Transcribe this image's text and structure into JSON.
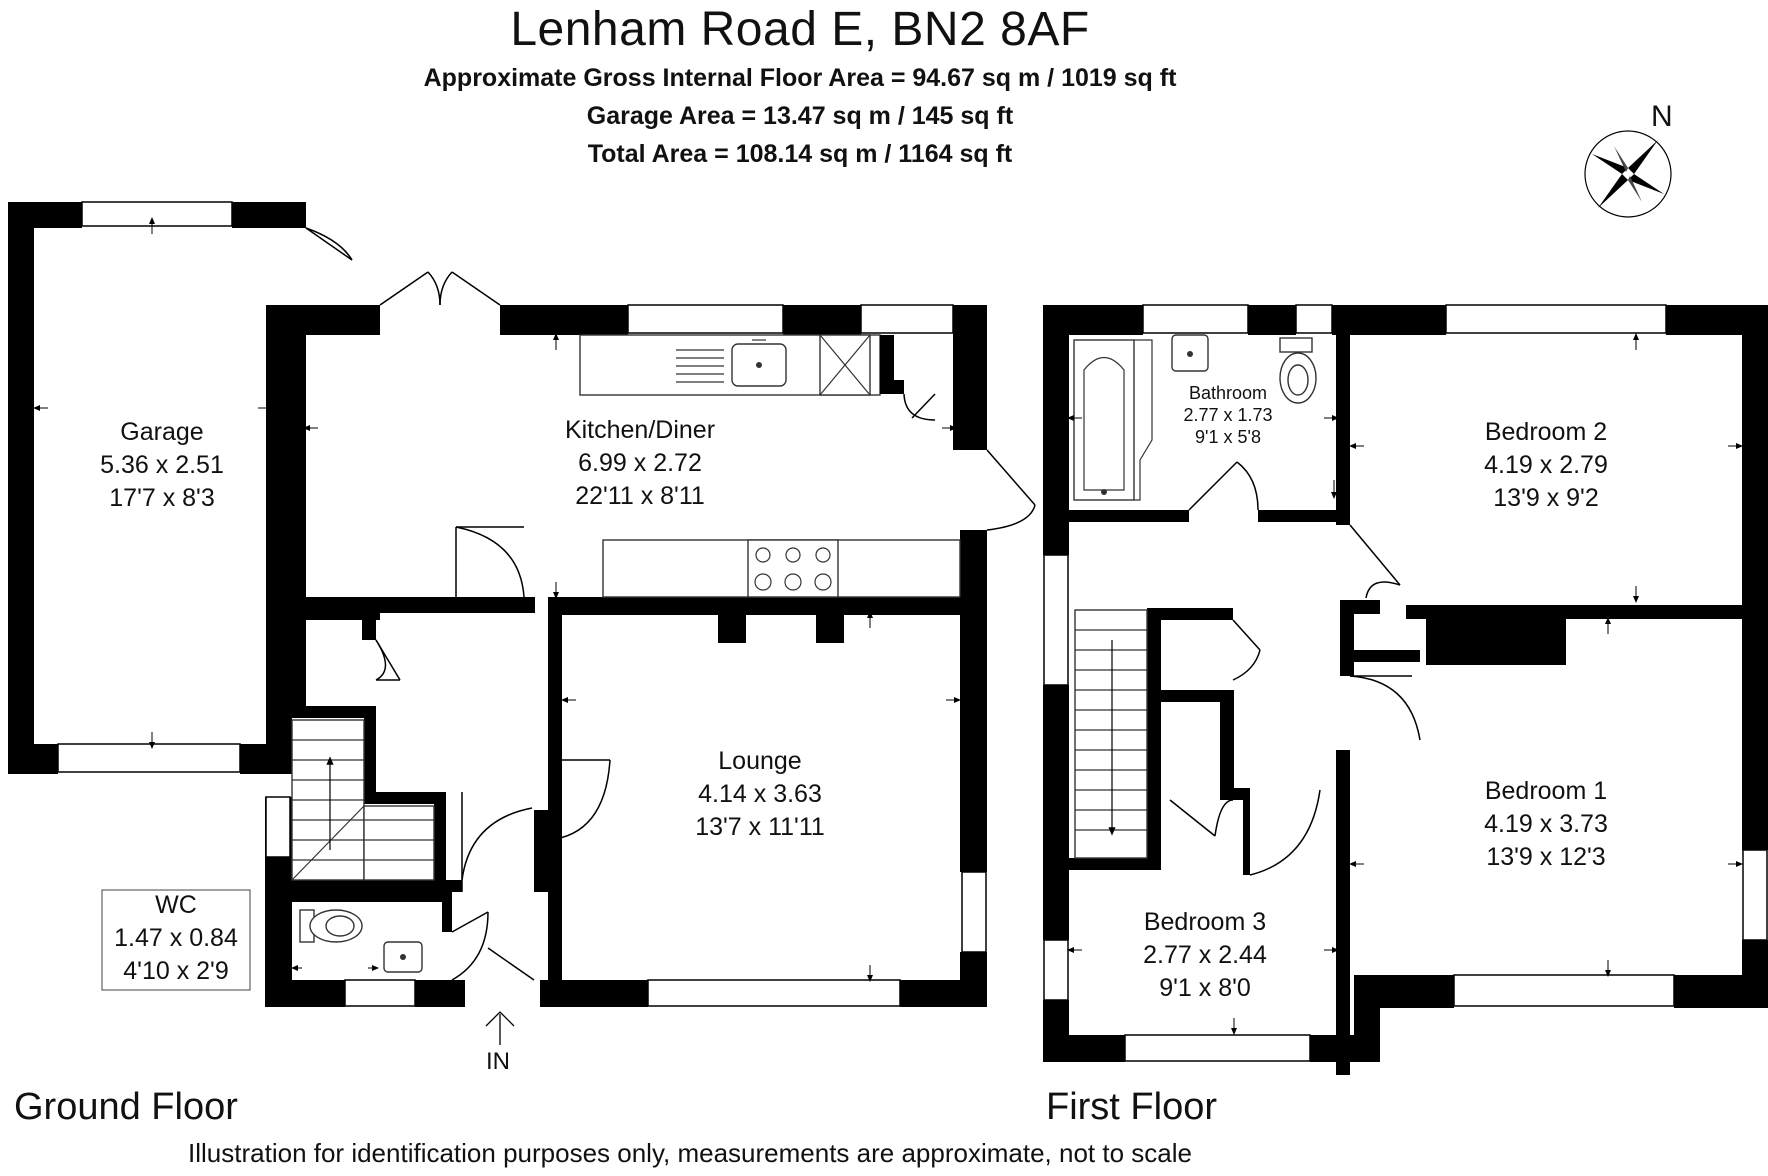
{
  "header": {
    "title": "Lenham Road E, BN2 8AF",
    "area_line_1": "Approximate Gross Internal Floor Area = 94.67 sq m / 1019 sq ft",
    "area_line_2": "Garage Area = 13.47 sq m / 145 sq ft",
    "area_line_3": "Total Area = 108.14 sq m / 1164 sq ft"
  },
  "compass": {
    "label": "N",
    "icon": "compass-rose-icon"
  },
  "floors": {
    "ground": {
      "label": "Ground Floor",
      "entrance_label": "IN",
      "rooms": {
        "garage": {
          "name": "Garage",
          "metric": "5.36 x 2.51",
          "imperial": "17'7 x 8'3"
        },
        "kitchen": {
          "name": "Kitchen/Diner",
          "metric": "6.99 x 2.72",
          "imperial": "22'11 x 8'11"
        },
        "lounge": {
          "name": "Lounge",
          "metric": "4.14 x 3.63",
          "imperial": "13'7 x 11'11"
        },
        "wc": {
          "name": "WC",
          "metric": "1.47 x 0.84",
          "imperial": "4'10 x 2'9"
        }
      }
    },
    "first": {
      "label": "First Floor",
      "rooms": {
        "bathroom": {
          "name": "Bathroom",
          "metric": "2.77 x 1.73",
          "imperial": "9'1 x 5'8"
        },
        "bedroom2": {
          "name": "Bedroom 2",
          "metric": "4.19 x 2.79",
          "imperial": "13'9 x 9'2"
        },
        "bedroom1": {
          "name": "Bedroom 1",
          "metric": "4.19 x 3.73",
          "imperial": "13'9 x 12'3"
        },
        "bedroom3": {
          "name": "Bedroom 3",
          "metric": "2.77 x 2.44",
          "imperial": "9'1 x 8'0"
        }
      }
    }
  },
  "footer": {
    "disclaimer": "Illustration for identification purposes only, measurements are approximate, not to scale"
  }
}
